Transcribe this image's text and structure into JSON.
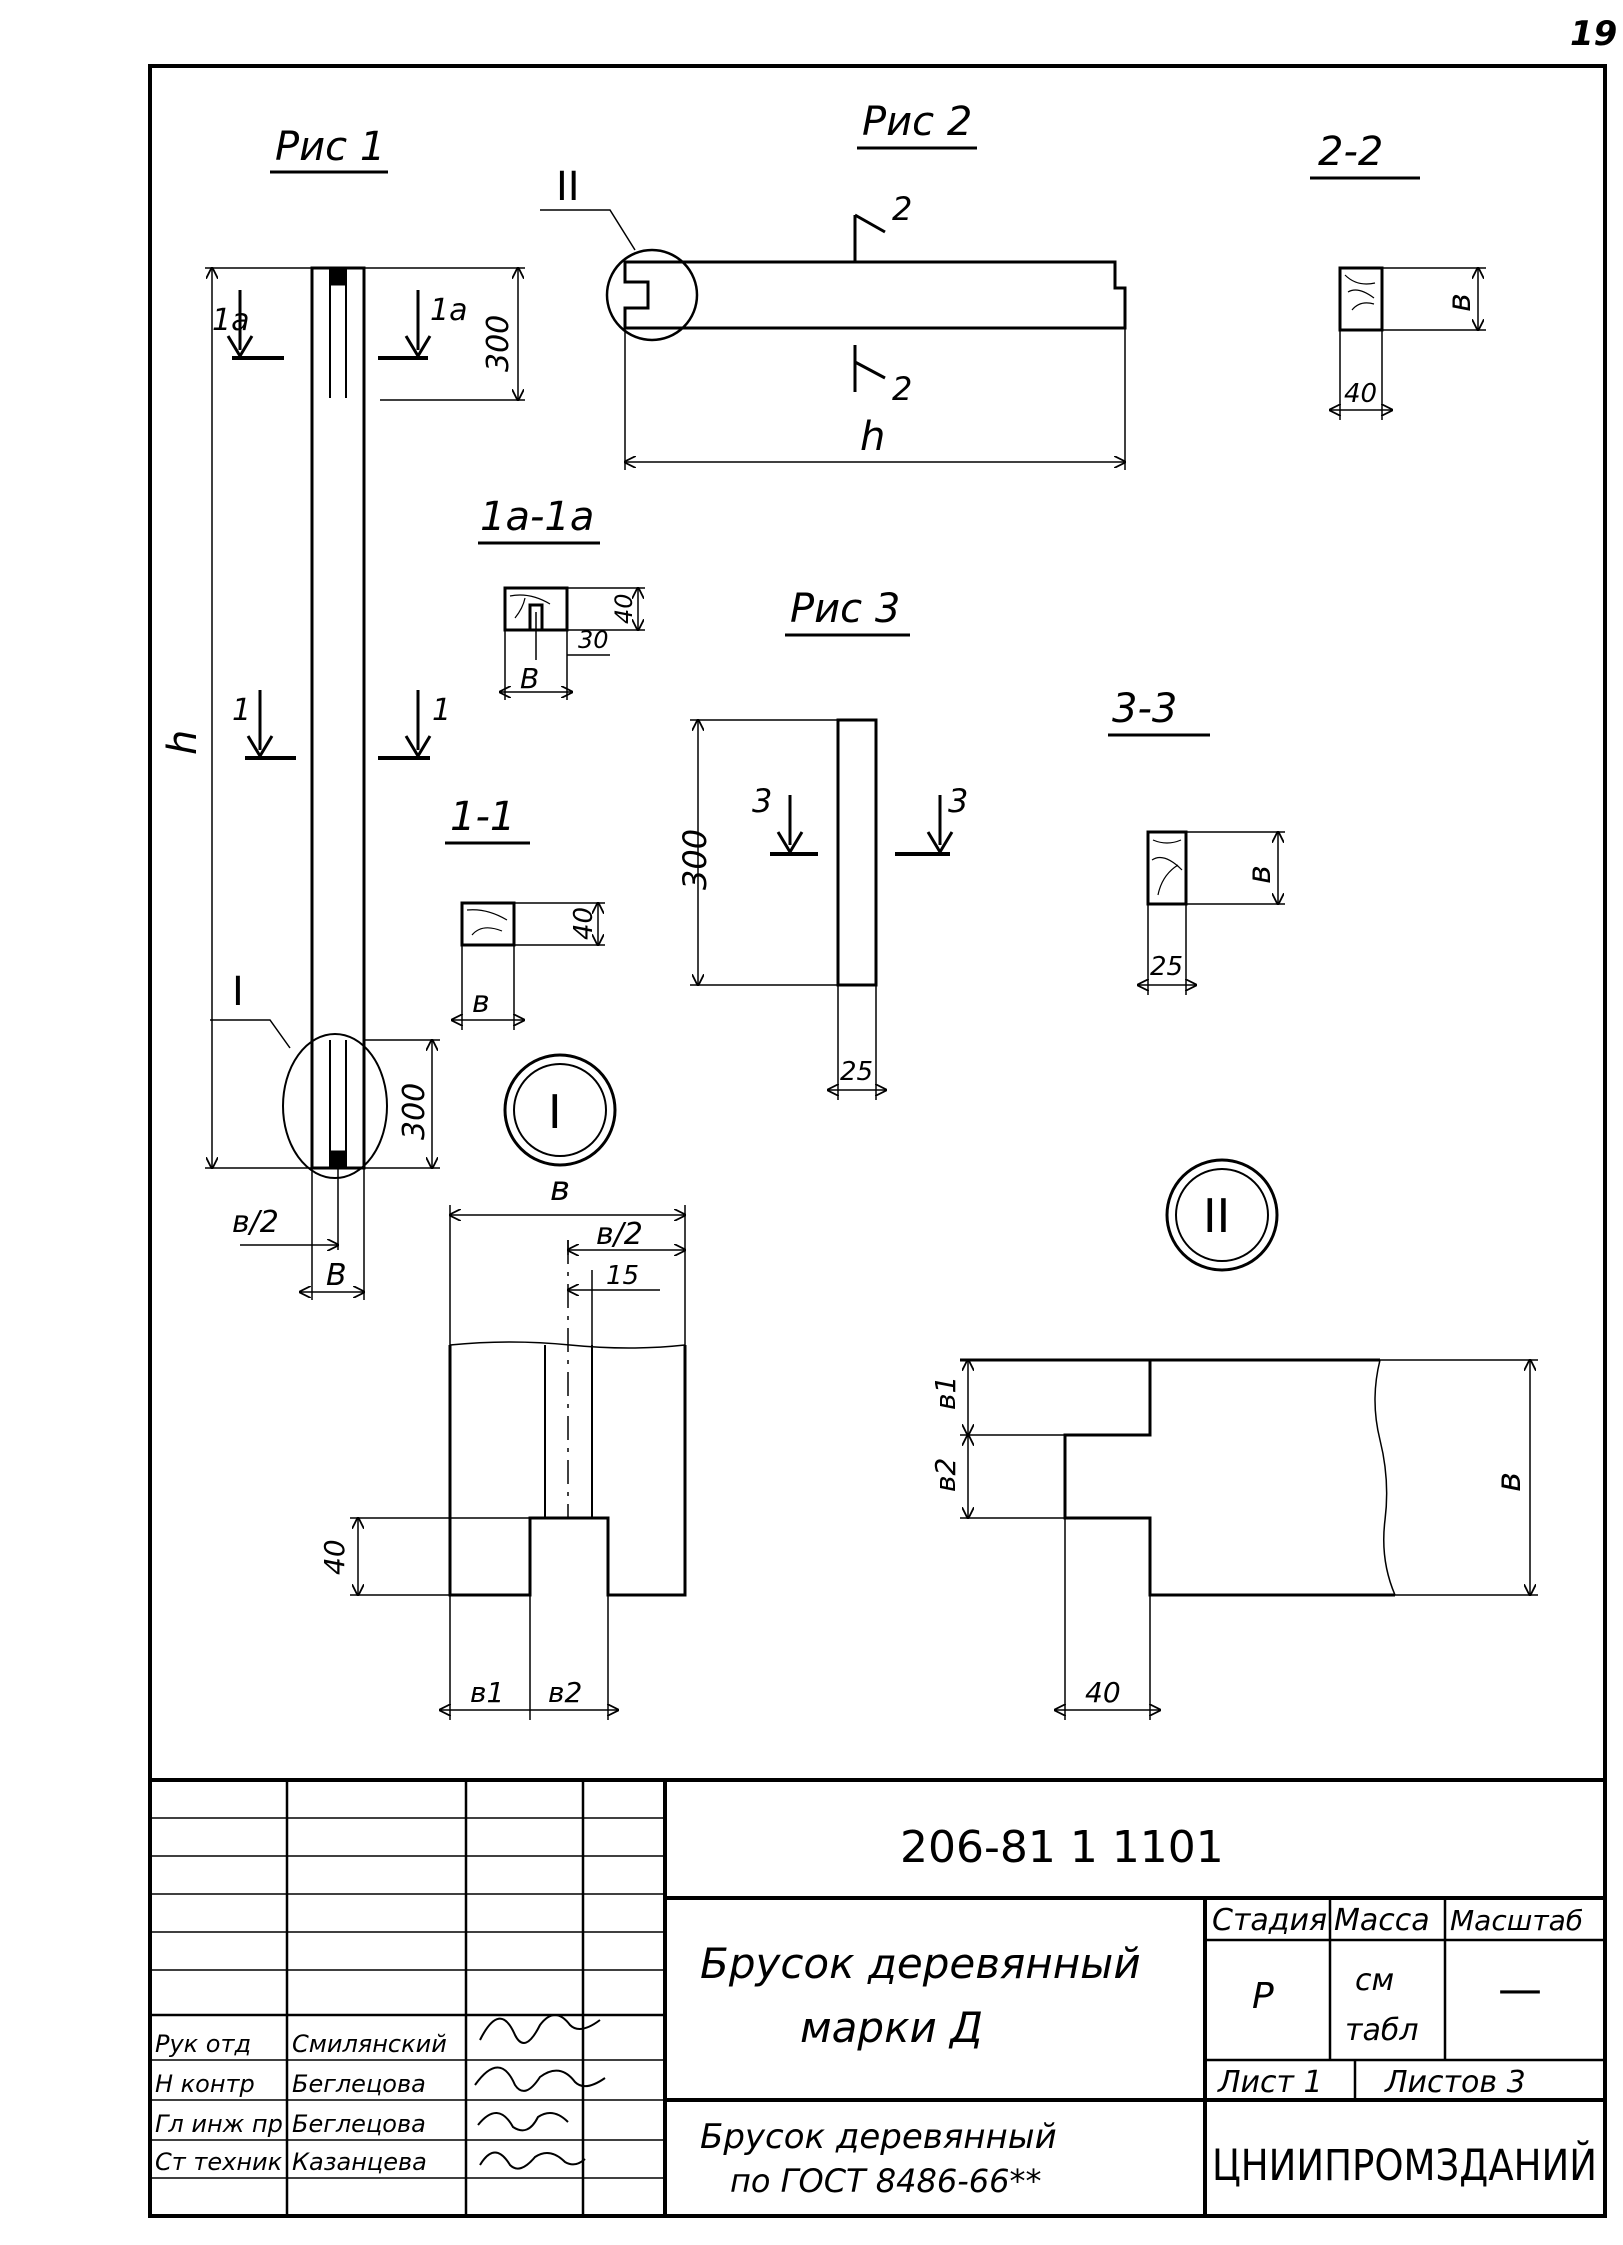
{
  "page_number": "19",
  "figures": {
    "fig1": "Рис 1",
    "fig2": "Рис 2",
    "fig3": "Рис 3"
  },
  "sections": {
    "s1a": "1а-1а",
    "s1": "1-1",
    "s2": "2-2",
    "s3": "3-3",
    "detail_1": "I",
    "detail_2": "II"
  },
  "labels": {
    "cut_1a": "1а",
    "cut_1": "1",
    "cut_2": "2",
    "cut_3": "3",
    "h": "h",
    "b": "в",
    "b_cap": "B",
    "b_half": "в/2",
    "b1": "в1",
    "b2": "в2"
  },
  "dims": {
    "d300": "300",
    "d40": "40",
    "d30": "30",
    "d25": "25",
    "d15": "15"
  },
  "title_block": {
    "doc_code": "206-81 1 1101",
    "title_line1": "Брусок деревянный",
    "title_line2": "марки Д",
    "subtitle_line1": "Брусок деревянный",
    "subtitle_line2": "по ГОСТ 8486-66**",
    "stage_header": "Стадия",
    "mass_header": "Масса",
    "scale_header": "Масштаб",
    "stage_value": "Р",
    "mass_value_1": "см",
    "mass_value_2": "табл",
    "scale_value": "—",
    "sheet_label": "Лист 1",
    "sheets_label": "Листов 3",
    "org": "ЦНИИПРОМЗДАНИЙ",
    "staff": [
      {
        "role": "Рук отд",
        "name": "Смилянский"
      },
      {
        "role": "Н контр",
        "name": "Беглецова"
      },
      {
        "role": "Гл инж пр",
        "name": "Беглецова"
      },
      {
        "role": "Ст техник",
        "name": "Казанцева"
      }
    ]
  }
}
